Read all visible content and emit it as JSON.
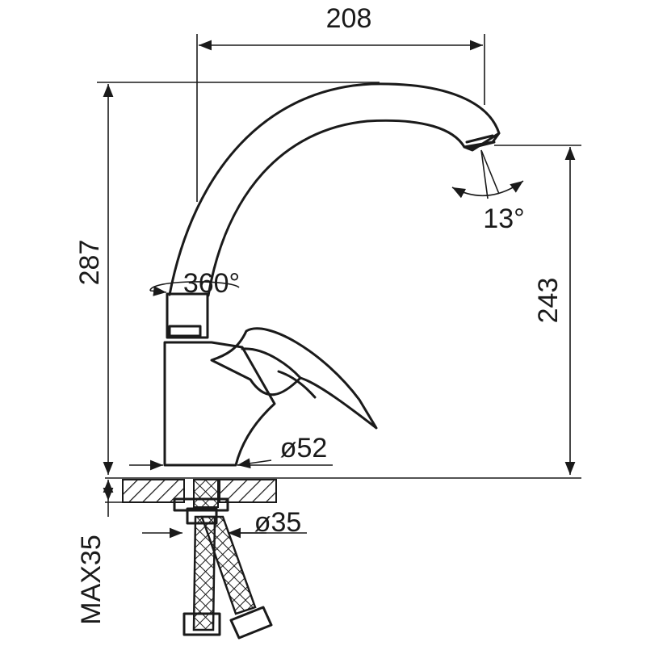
{
  "dimensions": {
    "width": "208",
    "total_height": "287",
    "spout_height": "243",
    "angle": "13°",
    "rotation": "360°",
    "base_diameter": "ø52",
    "hole_diameter": "ø35",
    "max_thickness": "MAX35"
  }
}
